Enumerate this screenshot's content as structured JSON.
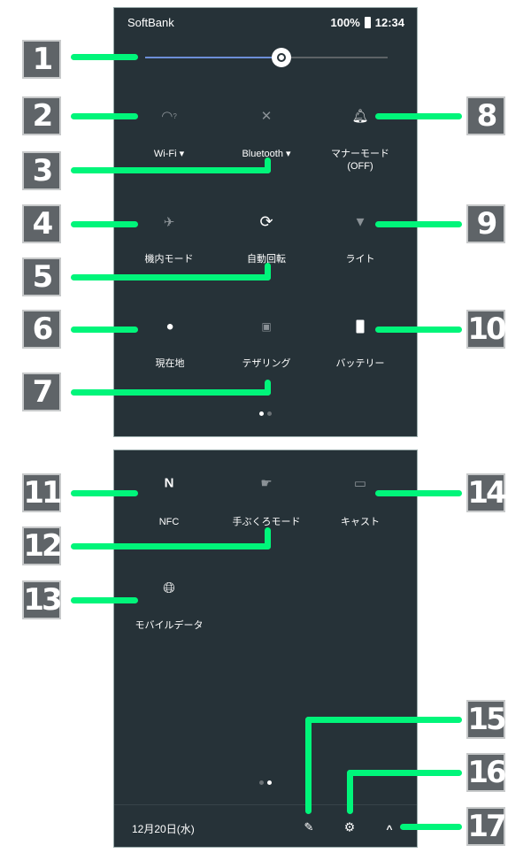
{
  "status_bar": {
    "carrier": "SoftBank",
    "battery": "100%",
    "time": "12:34"
  },
  "brightness": {
    "level": 0.55
  },
  "page1_tiles": [
    {
      "label": "Wi-Fi",
      "icon": "wifi-unknown-icon",
      "dropdown": true
    },
    {
      "label": "Bluetooth",
      "icon": "bluetooth-off-icon",
      "dropdown": true
    },
    {
      "label": "マナーモード",
      "sublabel": "(OFF)",
      "icon": "bell-icon"
    },
    {
      "label": "機内モード",
      "icon": "airplane-off-icon"
    },
    {
      "label": "自動回転",
      "icon": "auto-rotate-icon"
    },
    {
      "label": "ライト",
      "icon": "flashlight-off-icon"
    },
    {
      "label": "現在地",
      "icon": "location-icon"
    },
    {
      "label": "テザリング",
      "icon": "tethering-icon"
    },
    {
      "label": "バッテリー",
      "icon": "battery-icon"
    }
  ],
  "page2_tiles": [
    {
      "label": "NFC",
      "icon": "nfc-icon"
    },
    {
      "label": "手ぶくろモード",
      "icon": "glove-mode-icon"
    },
    {
      "label": "キャスト",
      "icon": "cast-icon"
    },
    {
      "label": "モバイルデータ",
      "icon": "globe-icon"
    }
  ],
  "footer": {
    "date": "12月20日(水)"
  },
  "callouts": [
    "1",
    "2",
    "3",
    "4",
    "5",
    "6",
    "7",
    "8",
    "9",
    "10",
    "11",
    "12",
    "13",
    "14",
    "15",
    "16",
    "17"
  ],
  "colors": {
    "panel": "#263238",
    "callout": "#00f57a",
    "badge": "#5f6468",
    "slider": "#6d8fd8"
  }
}
